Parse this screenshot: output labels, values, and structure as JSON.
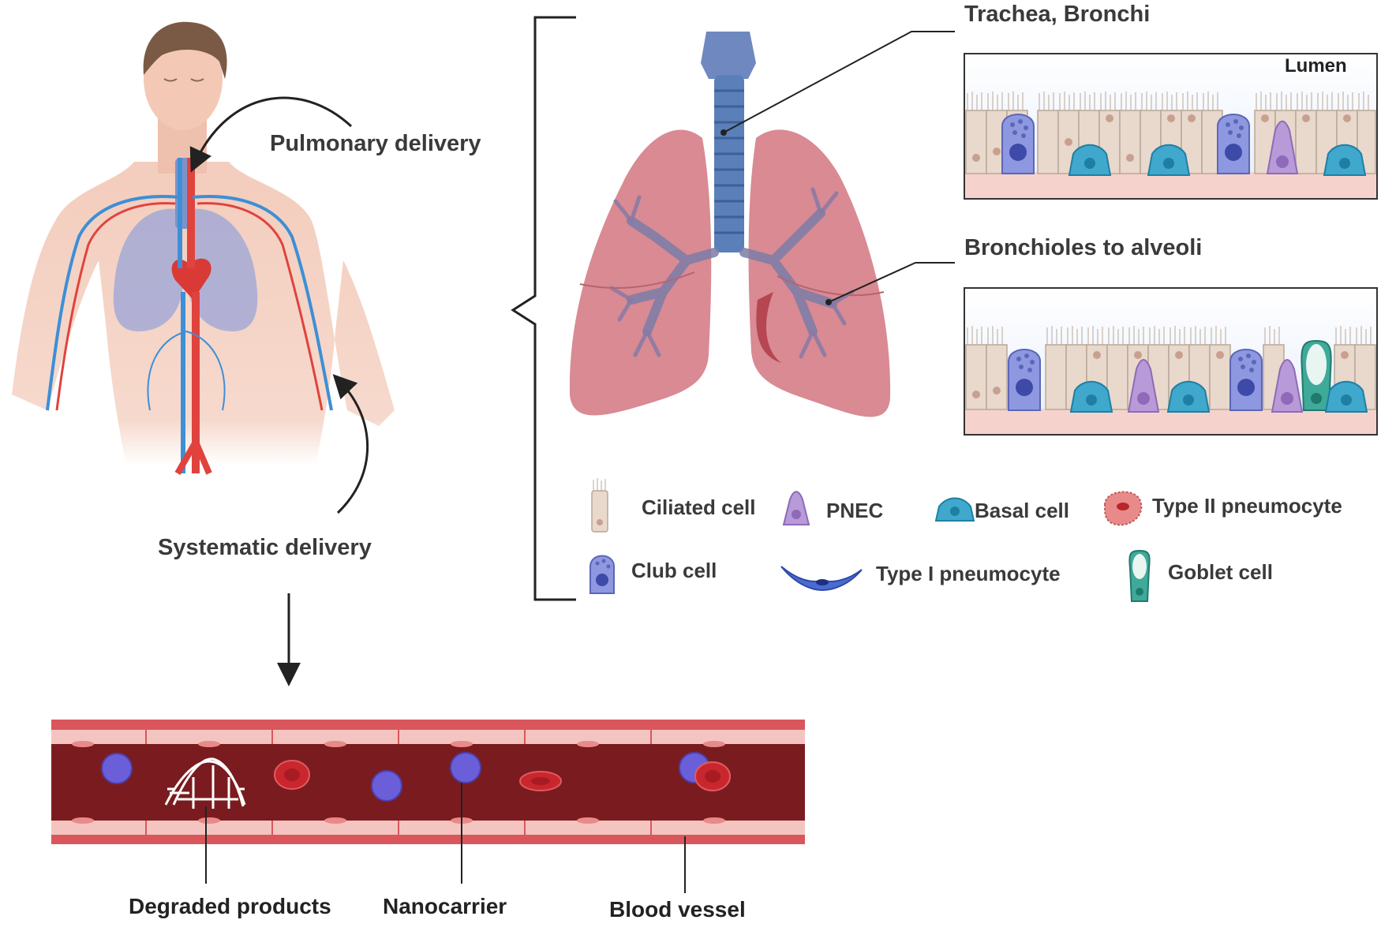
{
  "labels": {
    "pulmonary": "Pulmonary delivery",
    "systemic": "Systematic delivery",
    "trachea": "Trachea, Bronchi",
    "bronchioles": "Bronchioles to alveoli",
    "lumen": "Lumen",
    "degraded": "Degraded products",
    "nanocarrier": "Nanocarrier",
    "vessel": "Blood vessel"
  },
  "legend": {
    "ciliated": "Ciliated cell",
    "pnec": "PNEC",
    "basal": "Basal cell",
    "type2": "Type II pneumocyte",
    "club": "Club cell",
    "type1": "Type I pneumocyte",
    "goblet": "Goblet cell"
  },
  "colors": {
    "skin": "#f5d2c4",
    "artery": "#e0433d",
    "vein": "#3d8fd6",
    "lung": "#d98a93",
    "airway": "#5b7fb8",
    "club": "#8e98e0",
    "basal": "#3fa8cc",
    "pnec": "#b89ad8",
    "goblet": "#3fa99a",
    "vessel_wall": "#d9575c",
    "vessel_lumen": "#7a1c1f",
    "nanocarrier": "#6a5fd8"
  }
}
